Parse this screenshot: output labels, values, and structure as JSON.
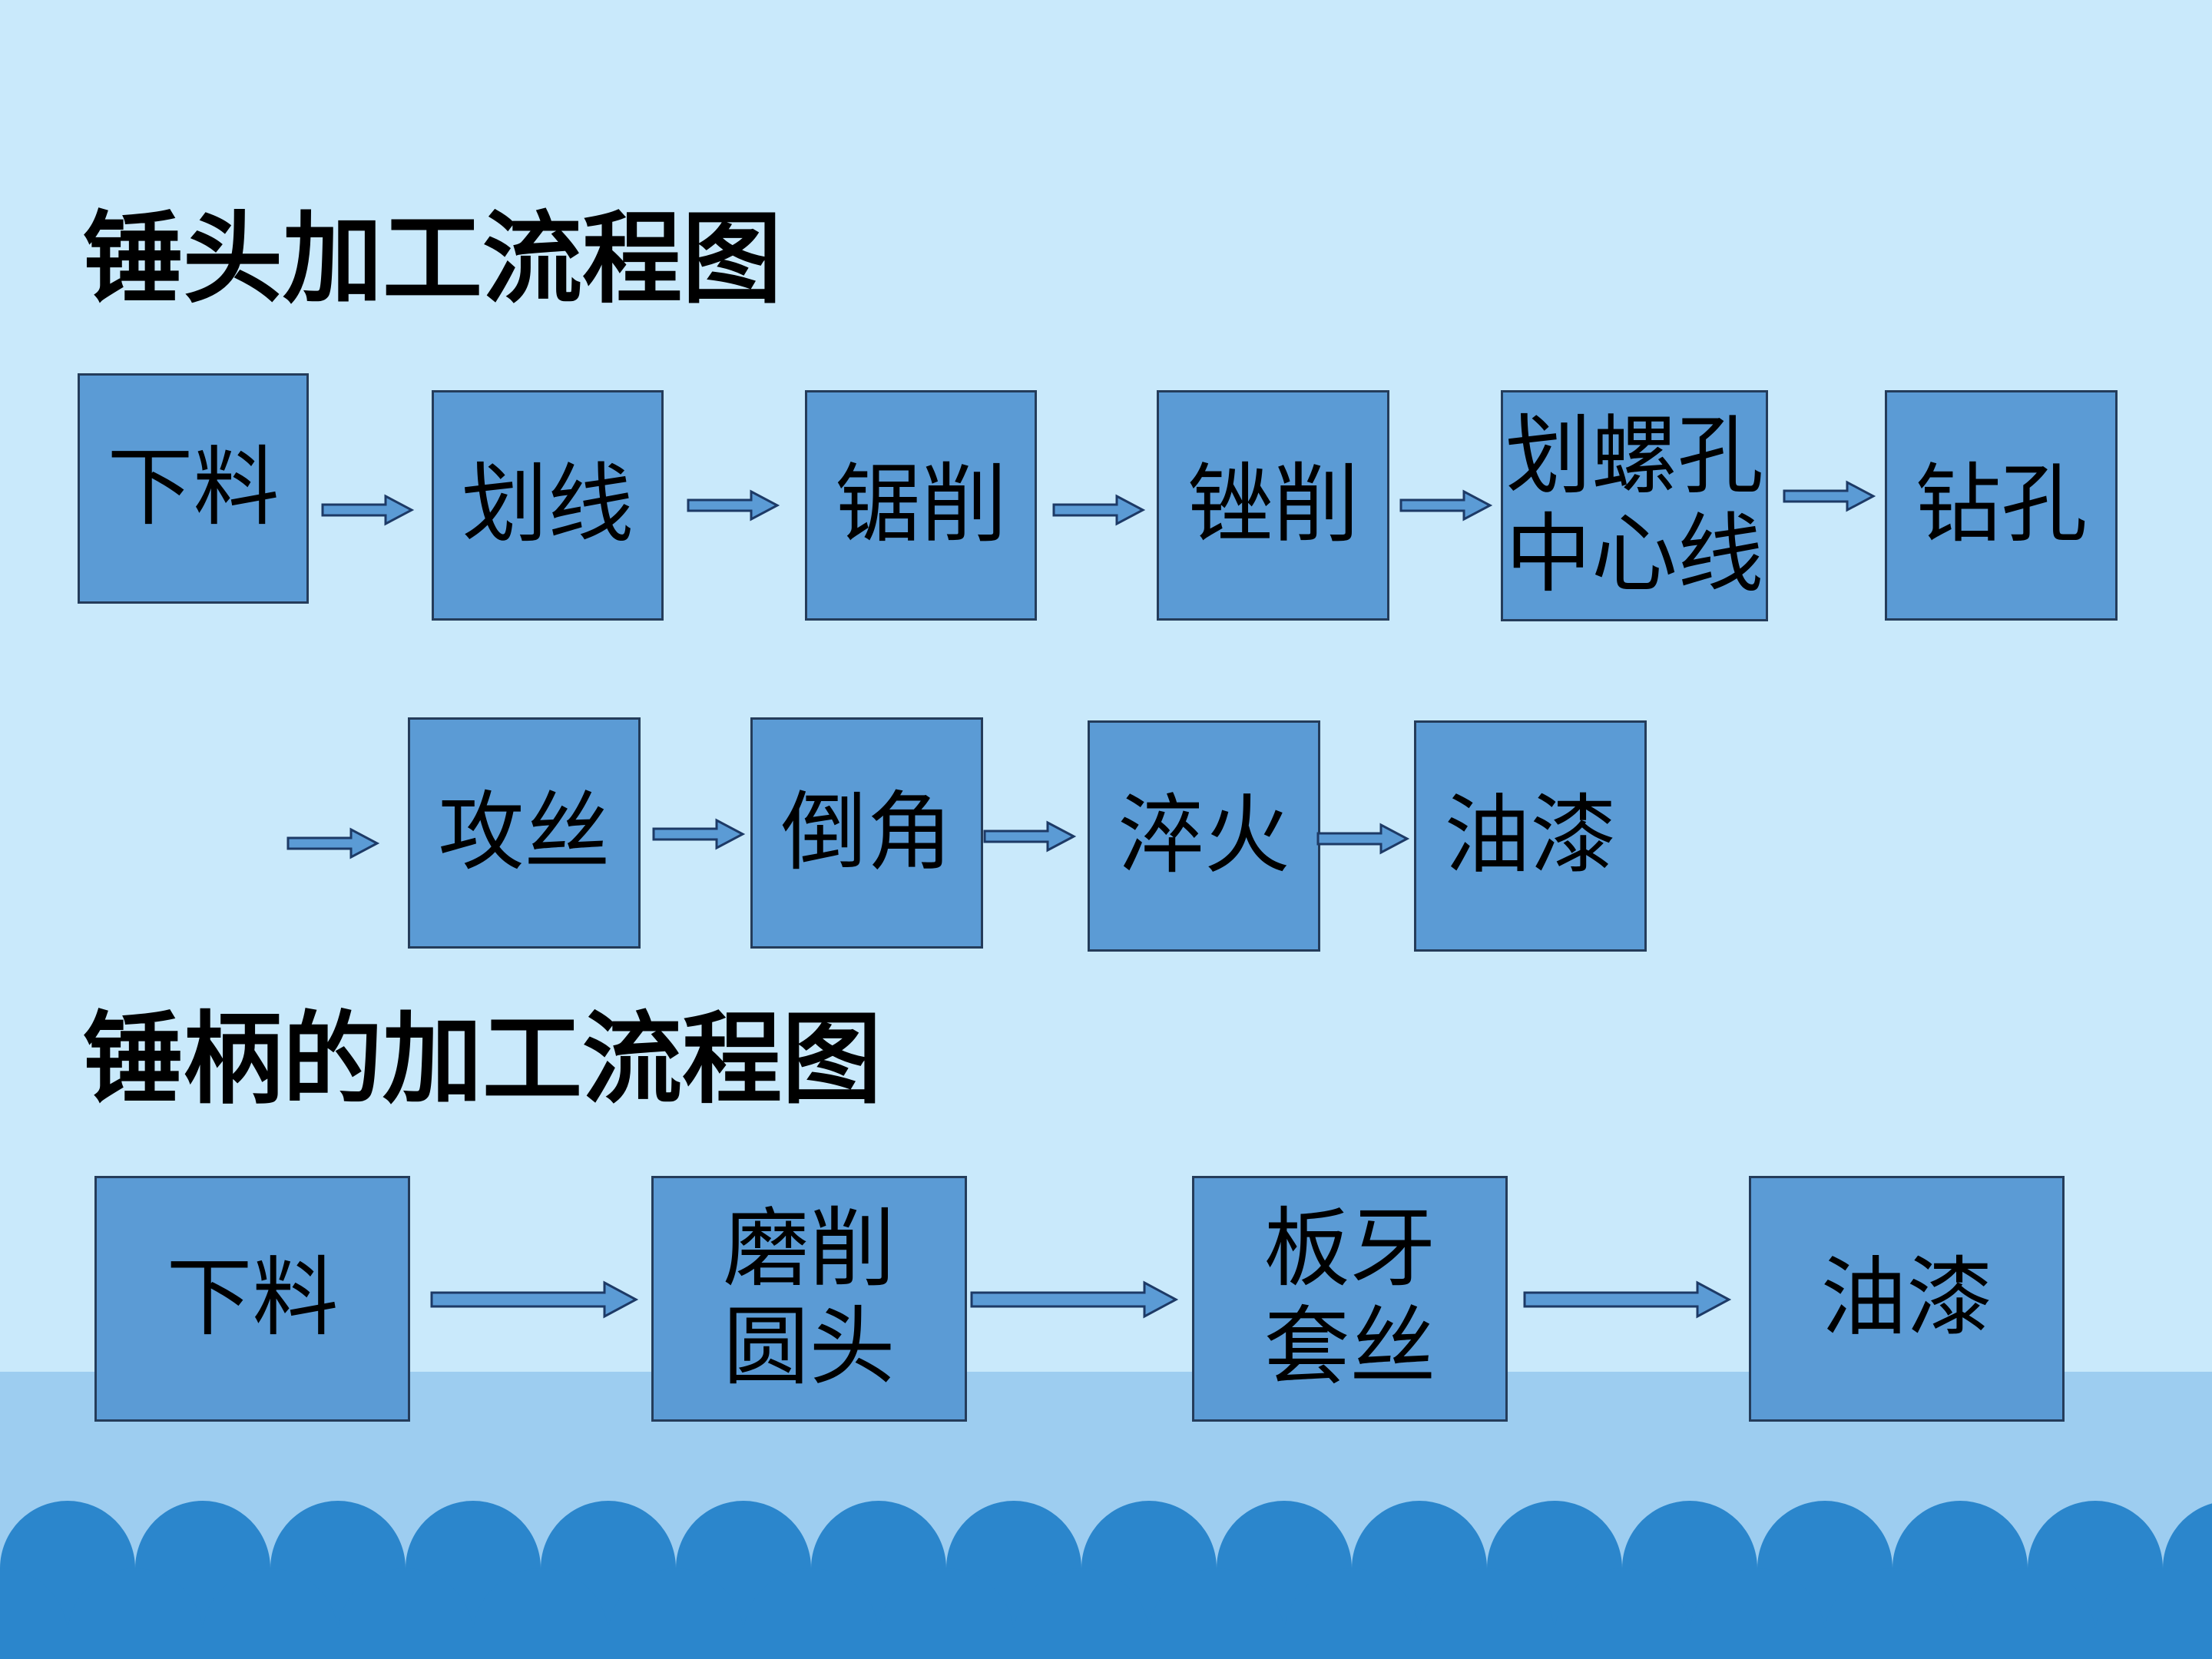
{
  "colors": {
    "background": "#c9e9fb",
    "bottom_band": "#9dcdf0",
    "wave": "#2b86cc",
    "box_fill": "#5b9bd5",
    "box_border": "#243c5a",
    "arrow_fill": "#5b9bd5",
    "arrow_stroke": "#1d3a66"
  },
  "head_flow": {
    "title": "锤头加工流程图",
    "row1": [
      "下料",
      "划线",
      "锯削",
      "锉削",
      "划螺孔\n中心线",
      "钻孔"
    ],
    "row2": [
      "攻丝",
      "倒角",
      "淬火",
      "油漆"
    ]
  },
  "handle_flow": {
    "title": "锤柄的加工流程图",
    "steps": [
      "下料",
      "磨削\n圆头",
      "板牙\n套丝",
      "油漆"
    ]
  }
}
